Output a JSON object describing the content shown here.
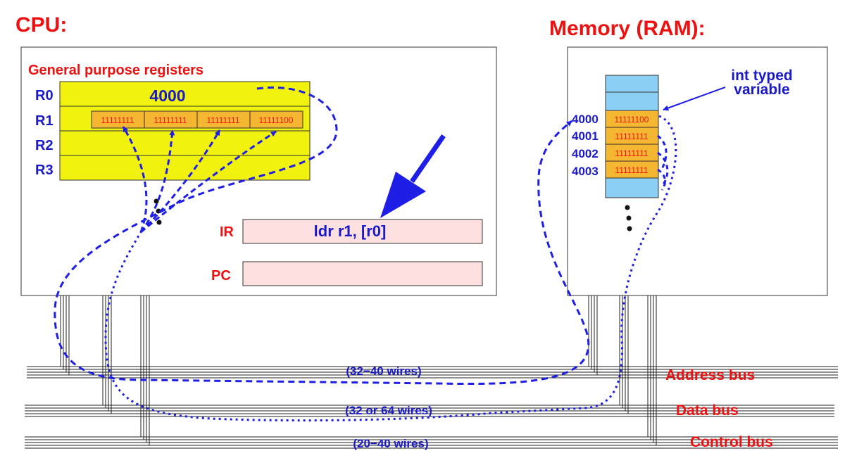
{
  "cpu": {
    "title": "CPU:",
    "registers_label": "General purpose registers",
    "registers": [
      {
        "name": "R0",
        "value": "4000"
      },
      {
        "name": "R1",
        "bytes": [
          "11111111",
          "11111111",
          "11111111",
          "11111100"
        ]
      },
      {
        "name": "R2"
      },
      {
        "name": "R3"
      }
    ],
    "ir": {
      "name": "IR",
      "value": "ldr  r1, [r0]"
    },
    "pc": {
      "name": "PC",
      "value": ""
    }
  },
  "memory": {
    "title": "Memory (RAM):",
    "annotation_line1": "int typed",
    "annotation_line2": "variable",
    "cells": [
      {
        "address": "4000",
        "value": "11111100"
      },
      {
        "address": "4001",
        "value": "11111111"
      },
      {
        "address": "4002",
        "value": "11111111"
      },
      {
        "address": "4003",
        "value": "11111111"
      }
    ]
  },
  "buses": [
    {
      "name": "Address bus",
      "wires": "(32−40 wires)"
    },
    {
      "name": "Data bus",
      "wires": "(32 or 64 wires)"
    },
    {
      "name": "Control bus",
      "wires": "(20−40 wires)"
    }
  ],
  "colors": {
    "title_red": "#ee1111",
    "label_blue": "#1a1ac8",
    "register_fill": "#f2f20f",
    "byte_fill": "#f5b731",
    "memory_cell_fill": "#8ccff5",
    "ir_fill": "#ffe0e0",
    "arrow_blue": "#1e1ee6"
  }
}
